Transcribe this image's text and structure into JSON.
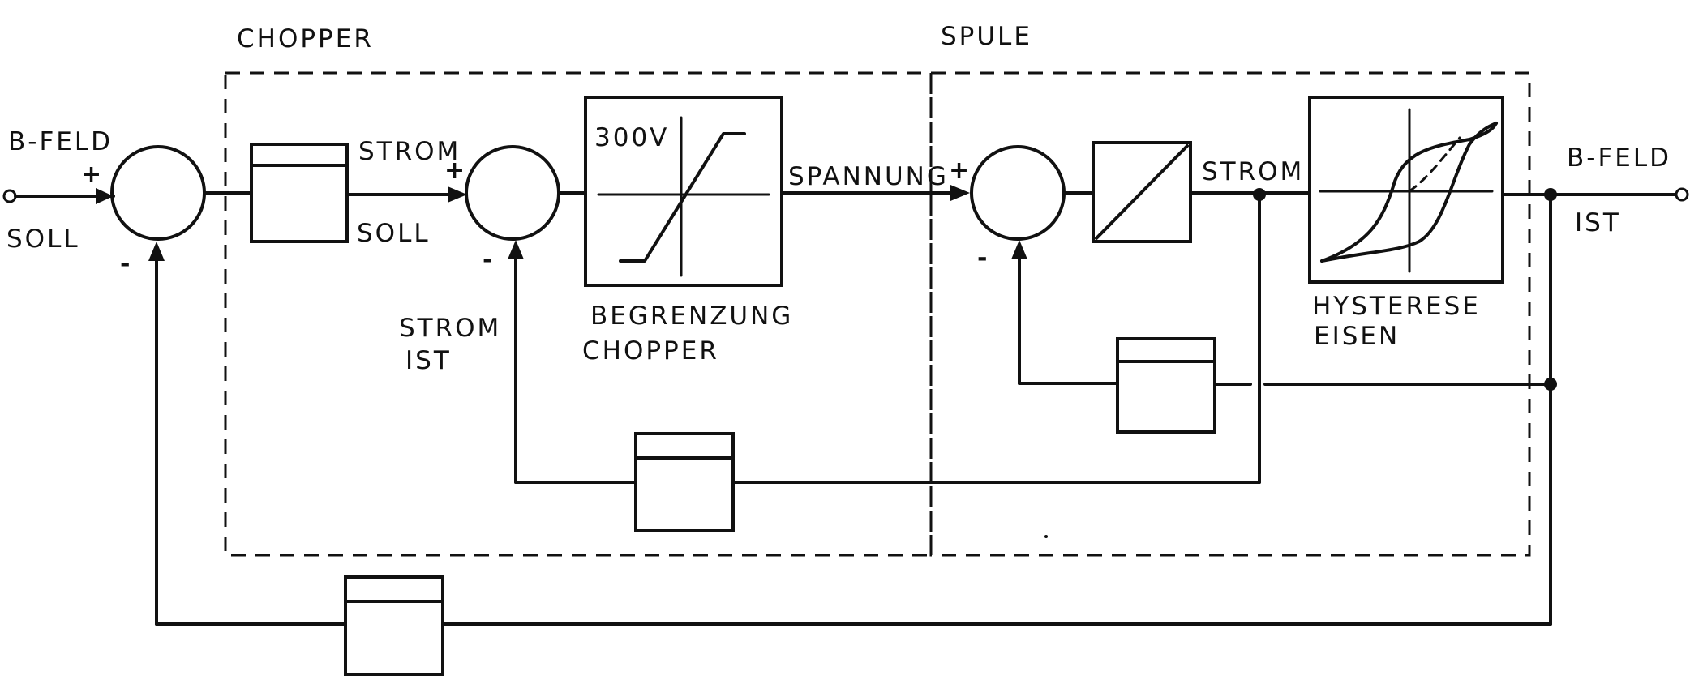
{
  "sections": {
    "chopper_title": "CHOPPER",
    "spule_title": "SPULE"
  },
  "labels": {
    "b_feld_in": "B-FELD",
    "soll_in": "SOLL",
    "strom": "STROM",
    "soll": "SOLL",
    "strom_ist_1": "STROM",
    "strom_ist_2": "IST",
    "voltage_limit": "300V",
    "spannung": "SPANNUNG",
    "strom_out": "STROM",
    "b_feld_out": "B-FELD",
    "ist_out": "IST",
    "begrenzung": "BEGRENZUNG",
    "chopper_sub": "CHOPPER",
    "hysterese": "HYSTERESE",
    "eisen": "EISEN"
  },
  "signs": {
    "plus": "+",
    "minus": "-"
  }
}
